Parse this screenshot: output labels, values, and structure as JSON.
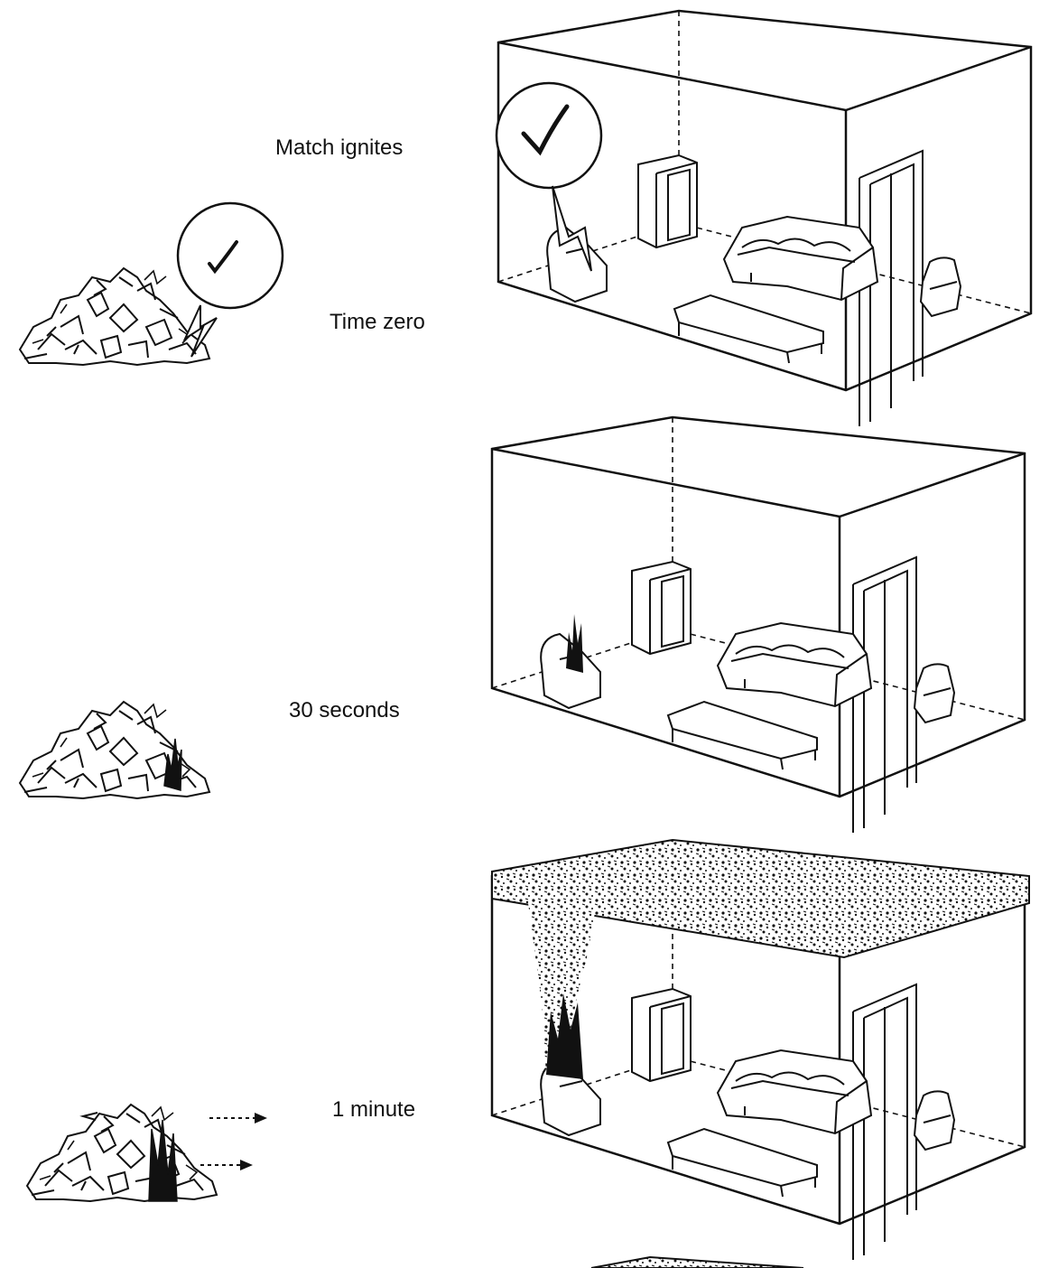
{
  "stages": [
    {
      "label": "Match ignites"
    },
    {
      "label": "Time zero"
    },
    {
      "label": "30 seconds"
    },
    {
      "label": "1 minute"
    }
  ],
  "colors": {
    "ink": "#111111",
    "paper": "#ffffff"
  }
}
